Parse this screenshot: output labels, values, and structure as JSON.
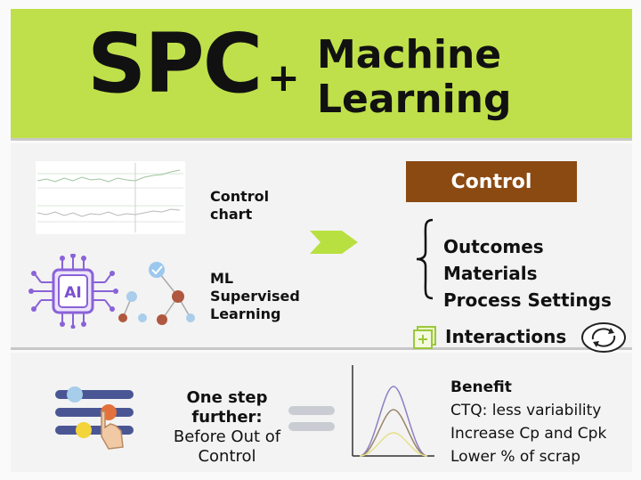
{
  "header": {
    "spc": "SPC",
    "plus": "+",
    "ml_line1": "Machine",
    "ml_line2": "Learning"
  },
  "left": {
    "control_chart_label_line1": "Control",
    "control_chart_label_line2": "chart",
    "ai_badge": "AI",
    "ml_label_line1": "ML",
    "ml_label_line2": "Supervised",
    "ml_label_line3": "Learning"
  },
  "right": {
    "control_title": "Control",
    "items": [
      "Outcomes",
      "Materials",
      "Process Settings"
    ],
    "interactions": "Interactions"
  },
  "bottom": {
    "step_line1": "One step",
    "step_line2": "further:",
    "step_line3": "Before Out of",
    "step_line4": "Control",
    "benefit_title": "Benefit",
    "benefits": [
      "CTQ: less variability",
      "Increase Cp and Cpk",
      "Lower % of scrap"
    ]
  },
  "colors": {
    "header_bg": "#bfe04a",
    "control_box": "#8b4a12",
    "arrow": "#b8e040"
  }
}
